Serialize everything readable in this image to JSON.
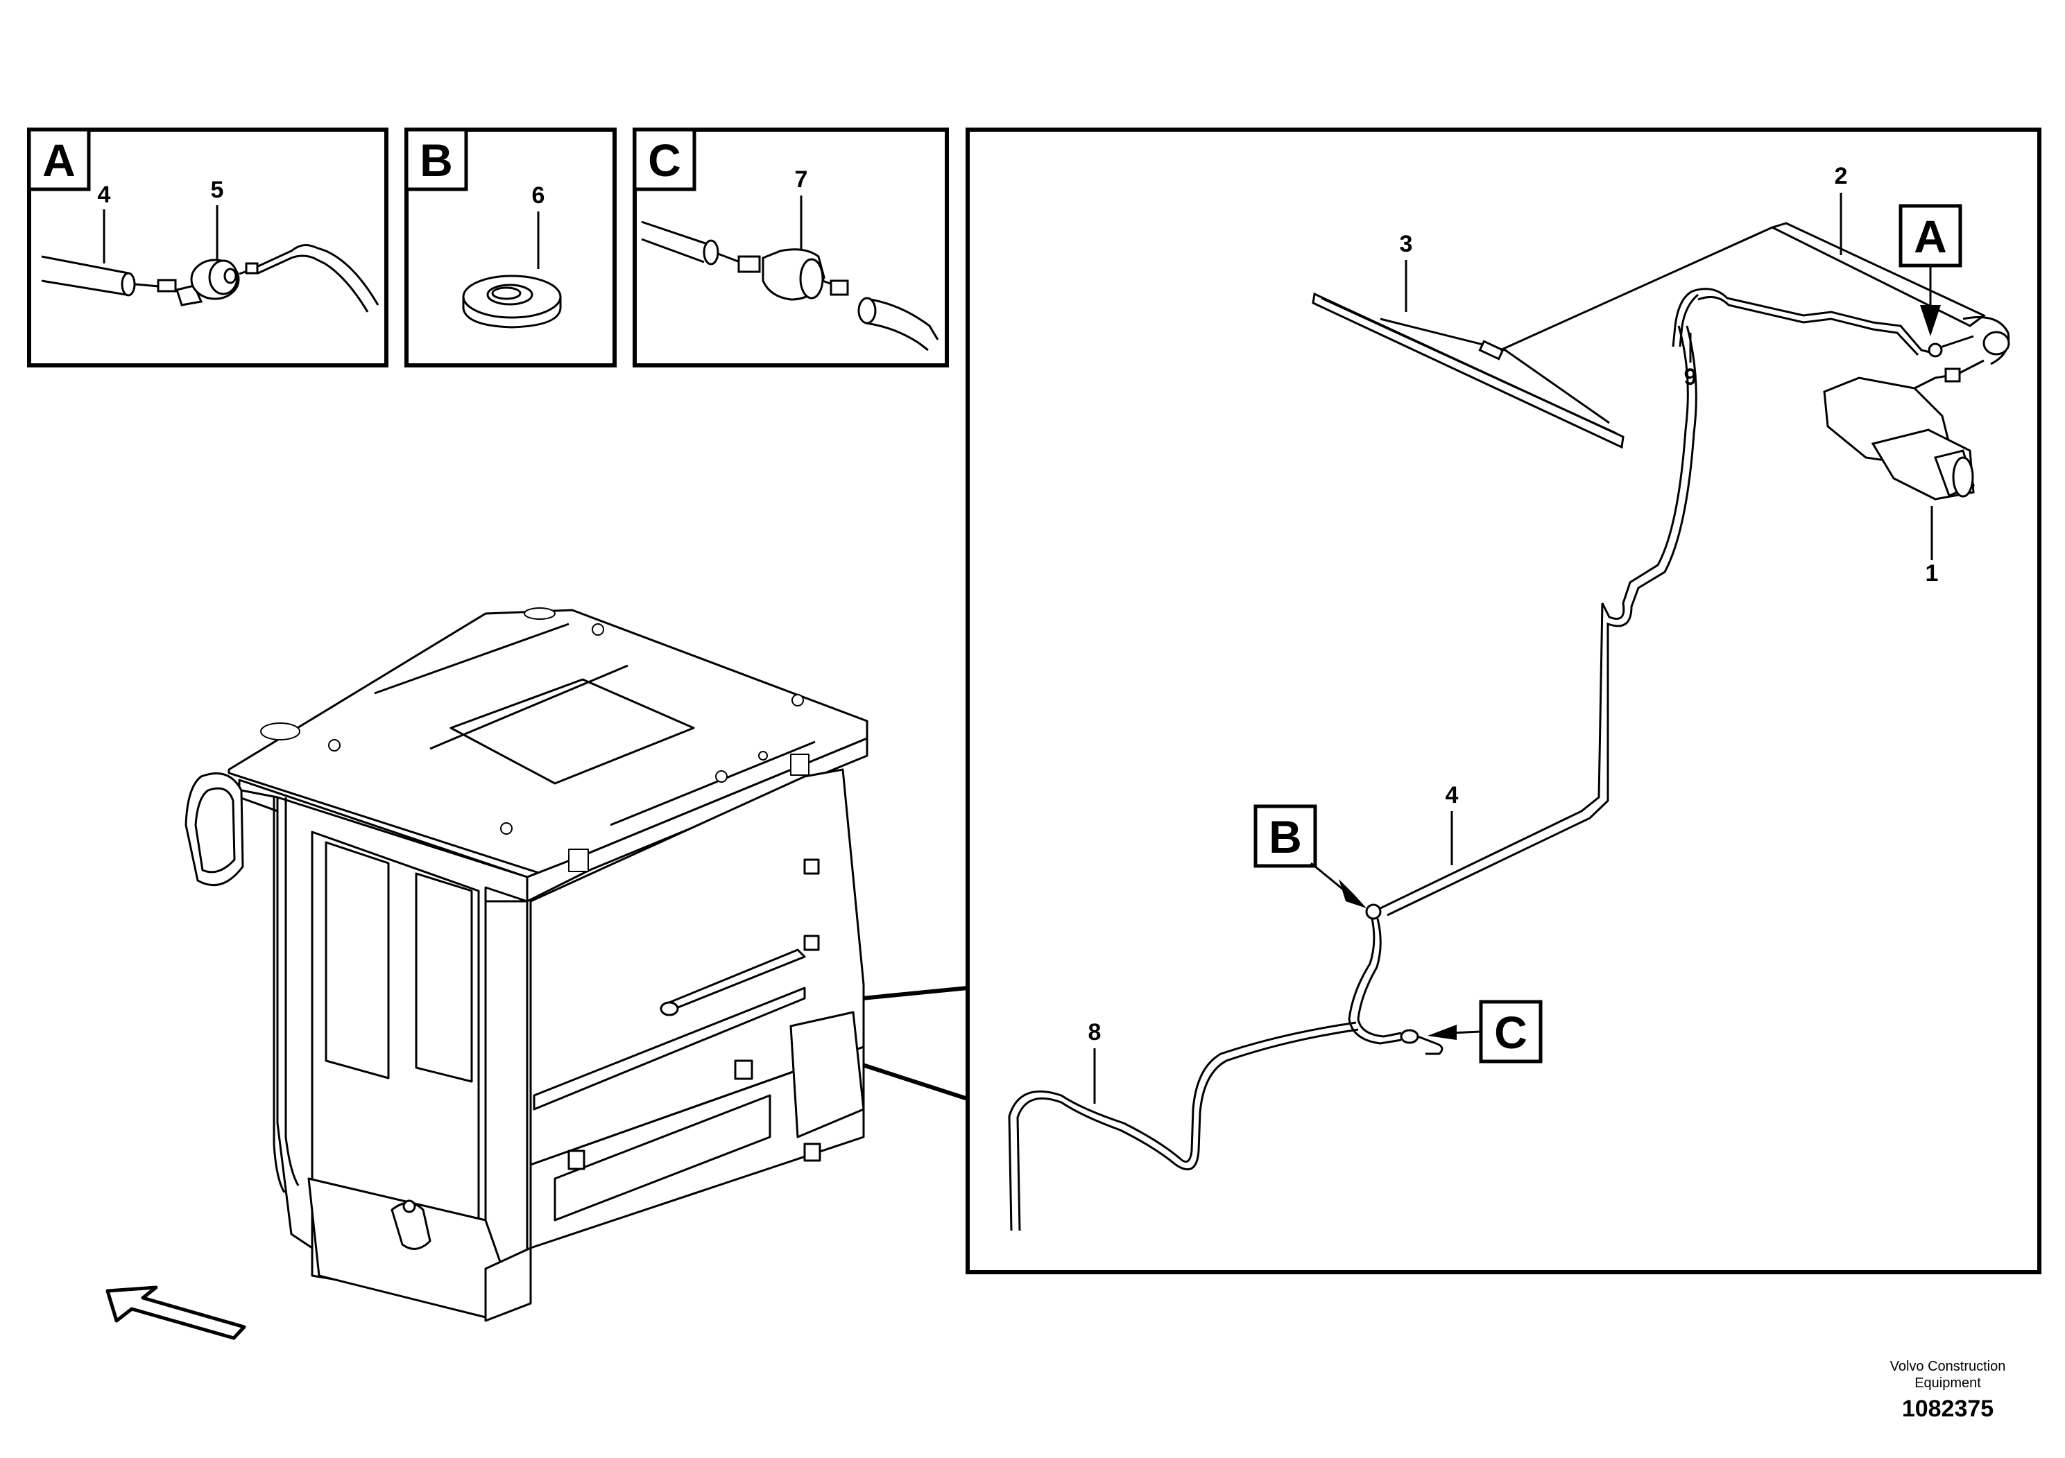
{
  "detail_panels": [
    {
      "letter": "A",
      "part_numbers": [
        "4",
        "5"
      ]
    },
    {
      "letter": "B",
      "part_numbers": [
        "6"
      ]
    },
    {
      "letter": "C",
      "part_numbers": [
        "7"
      ]
    }
  ],
  "main_view": {
    "callouts": [
      "1",
      "2",
      "3",
      "4",
      "8",
      "9"
    ],
    "reference_labels": [
      "A",
      "B",
      "C"
    ]
  },
  "footer": {
    "company_line1": "Volvo Construction",
    "company_line2": "Equipment",
    "document_number": "1082375"
  }
}
